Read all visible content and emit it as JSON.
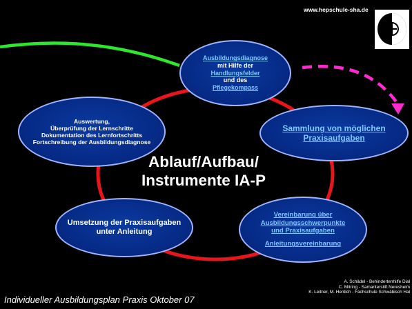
{
  "header": {
    "url": "www.hepschule-sha.de"
  },
  "center": {
    "line1": "Ablauf/Aufbau/",
    "line2": "Instrumente IA-P"
  },
  "nodes": {
    "top": {
      "l1": "Ausbildungsdiagnose",
      "l2": "mit Hilfe der",
      "l3": "Handlungsfelder",
      "l4": "und des",
      "l5": "Pflegekompass"
    },
    "right": {
      "l1": "Sammlung von möglichen",
      "l2": "Praxisaufgaben"
    },
    "bottom_right": {
      "l1": "Vereinbarung über",
      "l2": "Ausbildungsschwerpunkte",
      "l3": "und Praxisaufgaben",
      "l4": "Anleitungsvereinbarung"
    },
    "bottom_left": {
      "l1": "Umsetzung der Praxisaufgaben",
      "l2": "unter Anleitung"
    },
    "left": {
      "l1": "Auswertung,",
      "l2": "Überprüfung der Lernschritte",
      "l3": "Dokumentation des Lernfortschritts",
      "l4": "Fortschreibung der Ausbildungsdiagnose"
    }
  },
  "footer": {
    "left": "Individueller Ausbildungsplan Praxis Oktober 07",
    "credit1": "A. Schädel - Behindertenhilfe Dial",
    "credit2": "C. Mitring - Samariterstift Neresheim",
    "credit3": "K. Leitner, M. Hentich - Fachschule Schwäbisch Hal"
  },
  "colors": {
    "ring": "#e8151b",
    "green_arc": "#2ee82e",
    "magenta_dash": "#ff2bd0",
    "ellipse_fill": "#062a86",
    "link": "#7fc7ff"
  }
}
